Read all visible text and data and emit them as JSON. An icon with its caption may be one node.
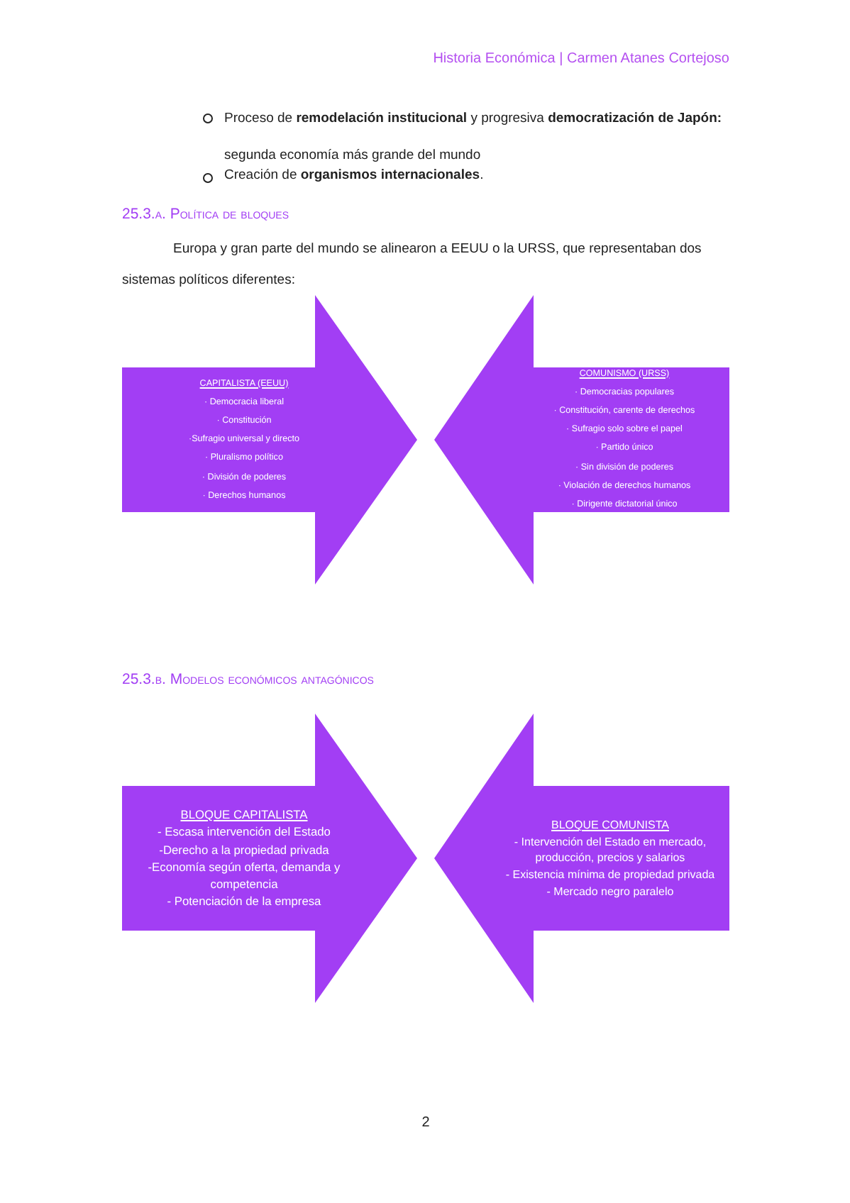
{
  "diagram": {
    "nodes": [
      {
        "text": [
          "CAPITALISTA (EEUU)",
          "· Democracia liberal",
          "· Constitución",
          "·Sufragio universal y directo",
          "· Pluralismo político",
          "· División de poderes",
          "· Derechos humanos"
        ]
      },
      {
        "text": [
          "COMUNISMO (URSS)",
          "· Democracias populares",
          "· Constitución, carente de derechos",
          "· Sufragio solo sobre el papel",
          "· Partido único",
          "· Sin división de poderes",
          "· Violación de derechos humanos",
          "· Dirigente dictatorial único"
        ]
      },
      {
        "text": [
          "BLOQUE CAPITALISTA",
          "- Escasa intervención del Estado",
          "-Derecho a la propiedad privada",
          "-Economía según oferta, demanda y competencia",
          "- Potenciación de la empresa"
        ]
      },
      {
        "text": [
          "BLOQUE COMUNISTA",
          "- Intervención del Estado en mercado, producción, precios y salarios",
          "- Existencia mínima de propiedad privada",
          "- Mercado negro paralelo"
        ]
      }
    ],
    "labels": [
      "Historia Económica | Carmen Atanes Cortejoso",
      "Proceso de **remodelación institucional** y progresiva **democratización de Japón:** segunda economía más grande del mundo",
      "Creación de **organismos internacionales**.",
      "25.3.a. Política de bloques",
      "Europa y gran parte del mundo se alinearon a EEUU o la URSS, que representaban dos sistemas políticos diferentes:",
      "25.3.b. Modelos económicos antagónicos",
      "2"
    ]
  }
}
